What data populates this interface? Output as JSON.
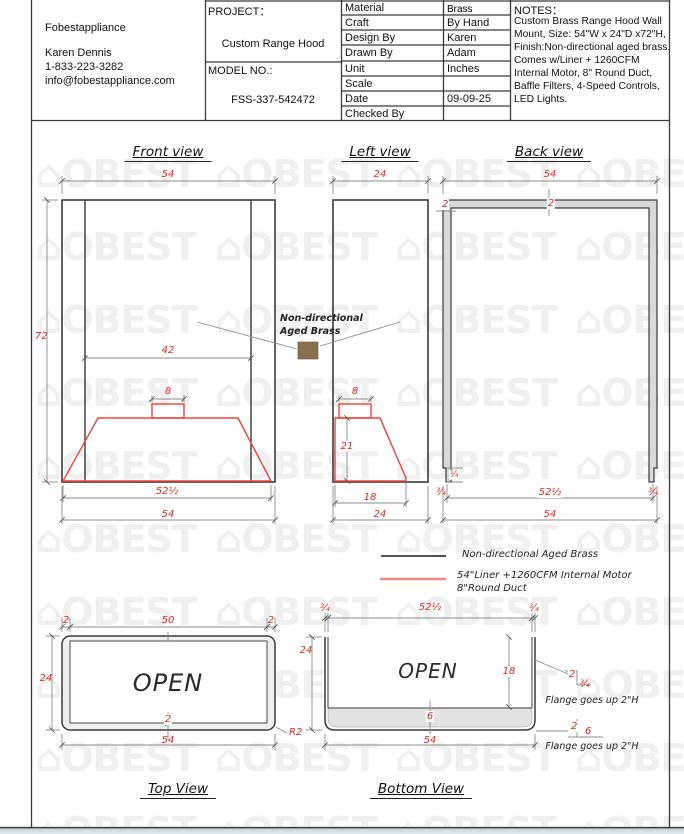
{
  "title_block": {
    "company": {
      "name": "Fobestappliance",
      "contact_name": "Karen Dennis",
      "phone": "1-833-223-3282",
      "email": "info@fobestappliance.com"
    },
    "project": {
      "label": "PROJECT：",
      "value": "Custom Range Hood"
    },
    "model": {
      "label": "MODEL NO.:",
      "value": "FSS-337-542472"
    },
    "spec_table": {
      "rows": [
        {
          "label": "Material",
          "value": "Brass"
        },
        {
          "label": "Craft",
          "value": "By Hand"
        },
        {
          "label": "Design By",
          "value": "Karen"
        },
        {
          "label": "Drawn By",
          "value": "Adam"
        },
        {
          "label": "Unit",
          "value": "Inches"
        },
        {
          "label": "Scale",
          "value": ""
        },
        {
          "label": "Date",
          "value": "09-09-25"
        },
        {
          "label": "Checked By",
          "value": ""
        }
      ]
    },
    "notes": {
      "label": "NOTES：",
      "lines": [
        "Custom Brass Range Hood Wall",
        "Mount, Size: 54\"W x 24\"D x72\"H,",
        "Finish:Non-directional aged brass.",
        "Comes w/Liner + 1260CFM",
        "Internal Motor, 8\" Round Duct,",
        "Baffle Filters, 4-Speed Controls,",
        "LED Lights."
      ]
    }
  },
  "views": {
    "front": {
      "title": "Front view",
      "dim_width_top": "54",
      "dim_height": "72",
      "dim_inner_width": "42",
      "dim_duct": "8",
      "dim_liner_width": "52½",
      "dim_width_bottom": "54"
    },
    "left": {
      "title": "Left view",
      "dim_depth_top": "24",
      "dim_duct": "8",
      "dim_liner_height": "21",
      "dim_liner_depth": "18",
      "dim_depth_bottom": "24"
    },
    "back": {
      "title": "Back view",
      "dim_width_top": "54",
      "dim_frame_left": "2",
      "dim_frame_top": "2",
      "dim_leg_step": "¼",
      "dim_leg_left": "¾",
      "dim_leg_right": "¾",
      "dim_inner_width": "52½",
      "dim_width_bottom": "54"
    },
    "top": {
      "title": "Top View",
      "open_label": "OPEN",
      "dim_wall_left": "2",
      "dim_inner_width": "50",
      "dim_wall_right": "2",
      "dim_depth": "24",
      "dim_wall_bottom": "2",
      "dim_width": "54",
      "corner_radius": "R2"
    },
    "bottom": {
      "title": "Bottom View",
      "open_label": "OPEN",
      "dim_wall_left": "¾",
      "dim_inner_width": "52½",
      "dim_wall_right": "¾",
      "dim_depth": "24",
      "dim_liner_depth": "18",
      "dim_band": "6",
      "dim_width": "54",
      "flange1_height": "2",
      "flange1_thickness": "¾",
      "flange2_height": "2",
      "flange2_width": "6",
      "flange_note": "Flange goes up 2\"H"
    }
  },
  "material_callout": {
    "line1": "Non-directional",
    "line2": "Aged Brass",
    "swatch_color": "#8a6e4e"
  },
  "legend": {
    "items": [
      {
        "label": "Non-directional  Aged Brass",
        "color": "#333333"
      },
      {
        "label": "54\"Liner +1260CFM Internal Motor",
        "label2": "8\"Round Duct",
        "color": "#f58b80"
      }
    ]
  },
  "watermark": {
    "glyph": "⌂",
    "text": "OBEST"
  },
  "colors": {
    "dim_red": "#e8251d",
    "liner_red": "#f04438",
    "legend_salmon": "#f58b80",
    "frame_fill": "#d9d9d9",
    "swatch_brown": "#8a6e4e",
    "line_dark": "#3a3a3a"
  }
}
